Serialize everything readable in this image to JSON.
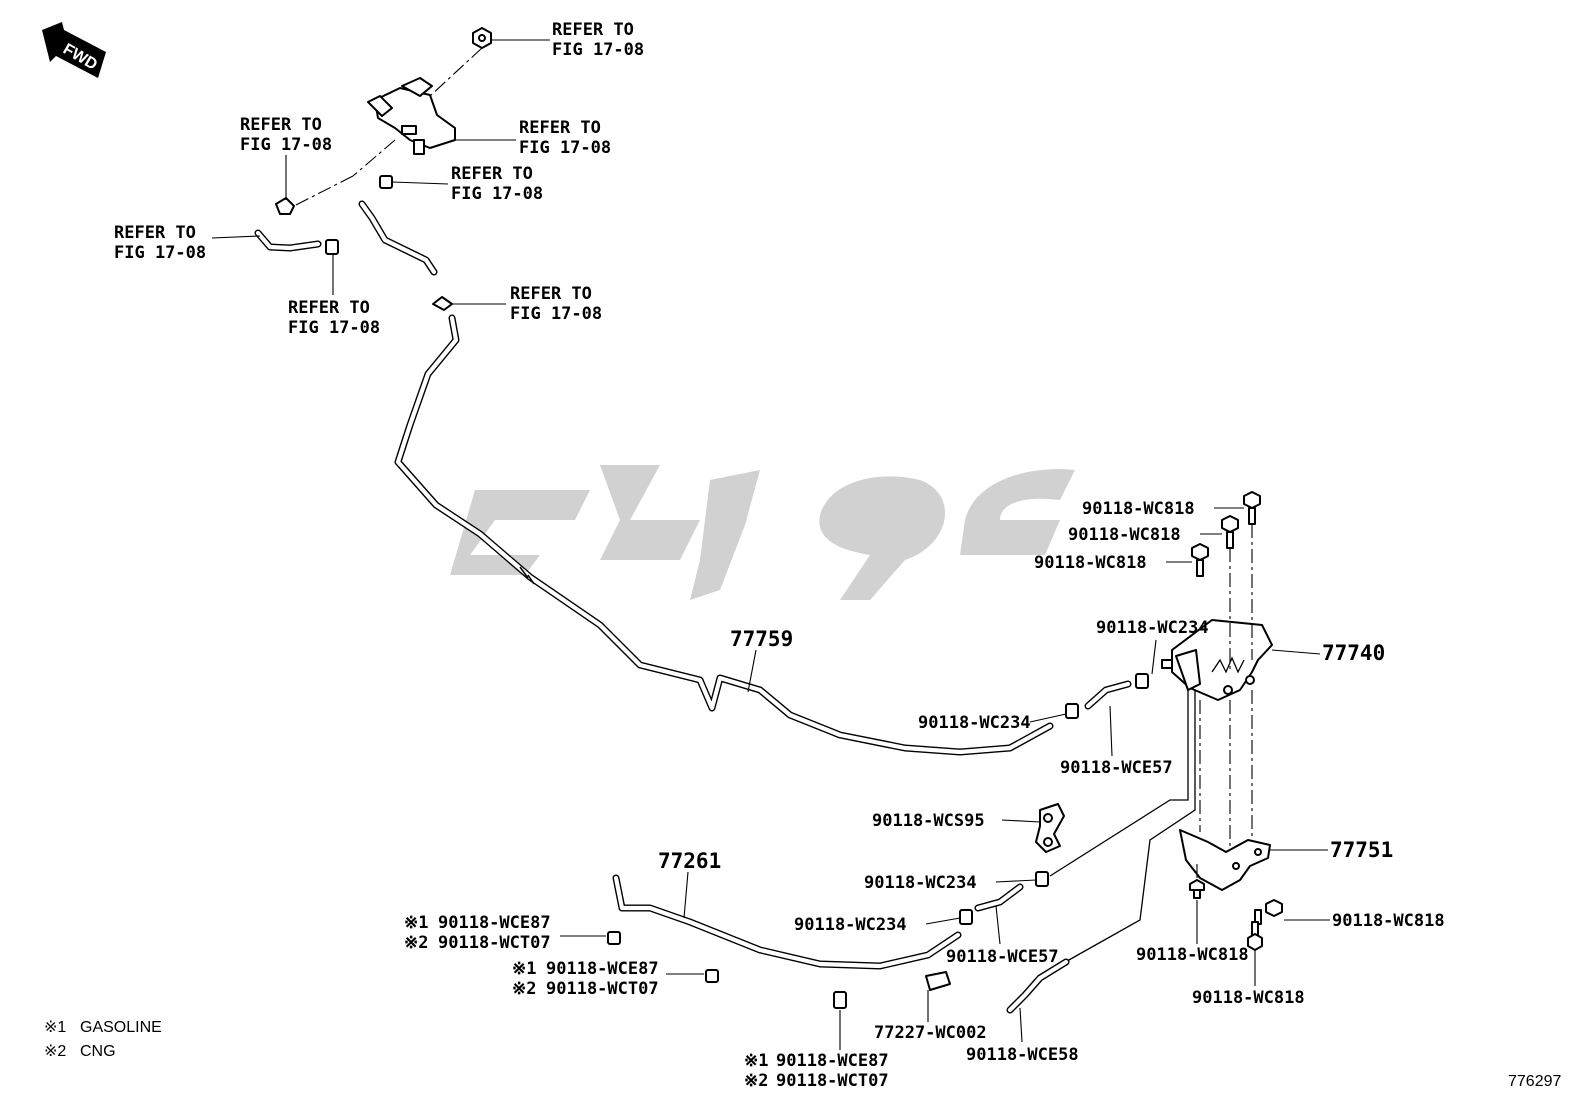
{
  "figure_number": "776297",
  "fwd_label": "FWD",
  "refer_to": [
    {
      "line1": "REFER TO",
      "line2": "FIG 17-08"
    },
    {
      "line1": "REFER TO",
      "line2": "FIG 17-08"
    },
    {
      "line1": "REFER TO",
      "line2": "FIG 17-08"
    },
    {
      "line1": "REFER TO",
      "line2": "FIG 17-08"
    },
    {
      "line1": "REFER TO",
      "line2": "FIG 17-08"
    },
    {
      "line1": "REFER TO",
      "line2": "FIG 17-08"
    },
    {
      "line1": "REFER TO",
      "line2": "FIG 17-08"
    }
  ],
  "parts": {
    "p77759": "77759",
    "p77740": "77740",
    "p77751": "77751",
    "p77261": "77261",
    "p77227": "77227-WC002"
  },
  "callouts": [
    "90118-WC818",
    "90118-WC818",
    "90118-WC818",
    "90118-WC234",
    "90118-WC234",
    "90118-WCE57",
    "90118-WCS95",
    "90118-WC234",
    "90118-WC234",
    "90118-WCE57",
    "90118-WC818",
    "90118-WC818",
    "90118-WC818",
    "90118-WCE58"
  ],
  "variant_callouts": [
    {
      "mark1": "※1",
      "code1": "90118-WCE87",
      "mark2": "※2",
      "code2": "90118-WCT07"
    },
    {
      "mark1": "※1",
      "code1": "90118-WCE87",
      "mark2": "※2",
      "code2": "90118-WCT07"
    },
    {
      "mark1": "※1",
      "code1": "90118-WCE87",
      "mark2": "※2",
      "code2": "90118-WCT07"
    }
  ],
  "legend": [
    {
      "mark": "※1",
      "label": "GASOLINE"
    },
    {
      "mark": "※2",
      "label": "CNG"
    }
  ]
}
